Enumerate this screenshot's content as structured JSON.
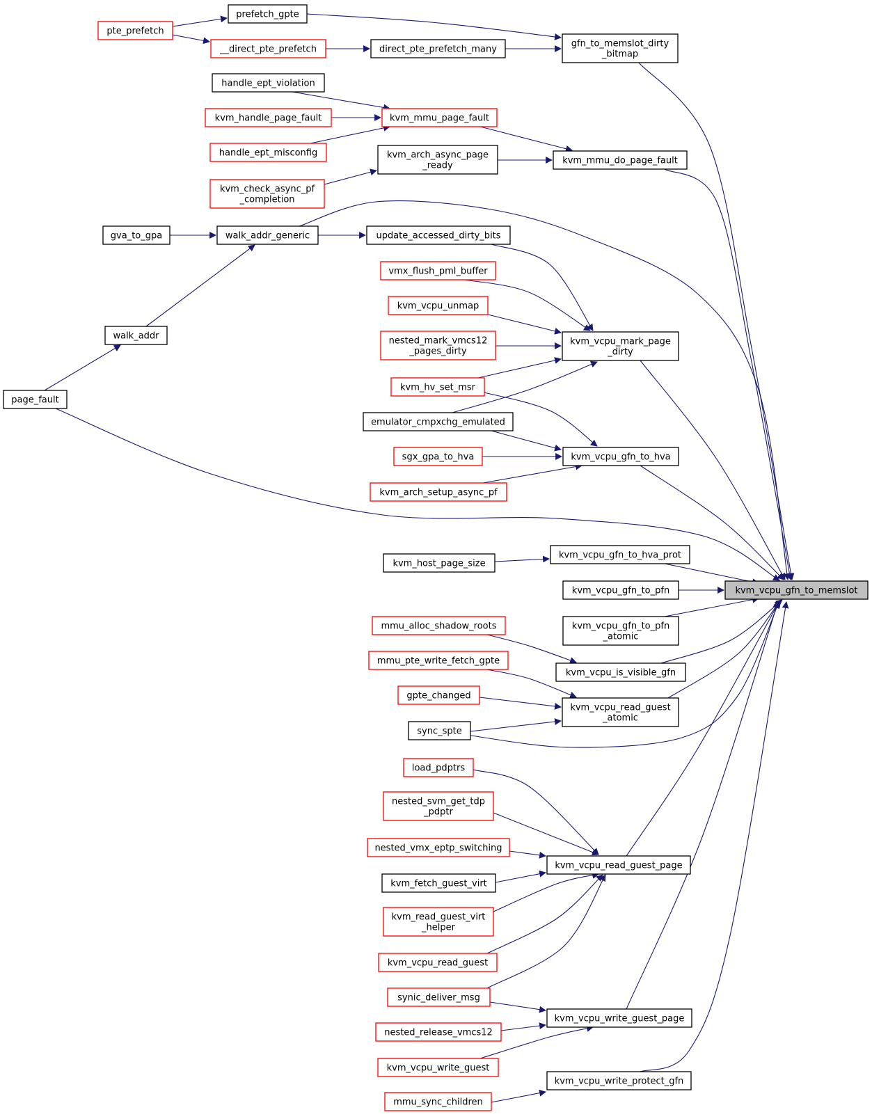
{
  "graph": {
    "edge_color": "#191970",
    "node_border_default": "#000000",
    "node_border_truncated": "#ff0000",
    "target_fill": "#bfbfbf",
    "nodes": [
      {
        "id": "kvm_vcpu_gfn_to_memslot",
        "lines": [
          "kvm_vcpu_gfn_to_memslot"
        ],
        "style": "target"
      },
      {
        "id": "gfn_to_memslot_dirty_bitmap",
        "lines": [
          "gfn_to_memslot_dirty",
          "_bitmap"
        ],
        "style": "black"
      },
      {
        "id": "prefetch_gpte",
        "lines": [
          "prefetch_gpte"
        ],
        "style": "black"
      },
      {
        "id": "pte_prefetch",
        "lines": [
          "pte_prefetch"
        ],
        "style": "red"
      },
      {
        "id": "__direct_pte_prefetch",
        "lines": [
          "__direct_pte_prefetch"
        ],
        "style": "red"
      },
      {
        "id": "direct_pte_prefetch_many",
        "lines": [
          "direct_pte_prefetch_many"
        ],
        "style": "black"
      },
      {
        "id": "handle_ept_violation",
        "lines": [
          "handle_ept_violation"
        ],
        "style": "black"
      },
      {
        "id": "kvm_handle_page_fault",
        "lines": [
          "kvm_handle_page_fault"
        ],
        "style": "red"
      },
      {
        "id": "kvm_mmu_page_fault",
        "lines": [
          "kvm_mmu_page_fault"
        ],
        "style": "red"
      },
      {
        "id": "handle_ept_misconfig",
        "lines": [
          "handle_ept_misconfig"
        ],
        "style": "red"
      },
      {
        "id": "kvm_arch_async_page_ready",
        "lines": [
          "kvm_arch_async_page",
          "_ready"
        ],
        "style": "black"
      },
      {
        "id": "kvm_mmu_do_page_fault",
        "lines": [
          "kvm_mmu_do_page_fault"
        ],
        "style": "black"
      },
      {
        "id": "kvm_check_async_pf_completion",
        "lines": [
          "kvm_check_async_pf",
          "_completion"
        ],
        "style": "red"
      },
      {
        "id": "gva_to_gpa",
        "lines": [
          "gva_to_gpa"
        ],
        "style": "black"
      },
      {
        "id": "walk_addr_generic",
        "lines": [
          "walk_addr_generic"
        ],
        "style": "black"
      },
      {
        "id": "update_accessed_dirty_bits",
        "lines": [
          "update_accessed_dirty_bits"
        ],
        "style": "black"
      },
      {
        "id": "vmx_flush_pml_buffer",
        "lines": [
          "vmx_flush_pml_buffer"
        ],
        "style": "red"
      },
      {
        "id": "kvm_vcpu_unmap",
        "lines": [
          "kvm_vcpu_unmap"
        ],
        "style": "red"
      },
      {
        "id": "walk_addr",
        "lines": [
          "walk_addr"
        ],
        "style": "black"
      },
      {
        "id": "nested_mark_vmcs12_pages_dirty",
        "lines": [
          "nested_mark_vmcs12",
          "_pages_dirty"
        ],
        "style": "red"
      },
      {
        "id": "kvm_vcpu_mark_page_dirty",
        "lines": [
          "kvm_vcpu_mark_page",
          "_dirty"
        ],
        "style": "black"
      },
      {
        "id": "kvm_hv_set_msr",
        "lines": [
          "kvm_hv_set_msr"
        ],
        "style": "red"
      },
      {
        "id": "page_fault",
        "lines": [
          "page_fault"
        ],
        "style": "black"
      },
      {
        "id": "emulator_cmpxchg_emulated",
        "lines": [
          "emulator_cmpxchg_emulated"
        ],
        "style": "black"
      },
      {
        "id": "sgx_gpa_to_hva",
        "lines": [
          "sgx_gpa_to_hva"
        ],
        "style": "red"
      },
      {
        "id": "kvm_vcpu_gfn_to_hva",
        "lines": [
          "kvm_vcpu_gfn_to_hva"
        ],
        "style": "black"
      },
      {
        "id": "kvm_arch_setup_async_pf",
        "lines": [
          "kvm_arch_setup_async_pf"
        ],
        "style": "red"
      },
      {
        "id": "kvm_host_page_size",
        "lines": [
          "kvm_host_page_size"
        ],
        "style": "black"
      },
      {
        "id": "kvm_vcpu_gfn_to_hva_prot",
        "lines": [
          "kvm_vcpu_gfn_to_hva_prot"
        ],
        "style": "black"
      },
      {
        "id": "kvm_vcpu_gfn_to_pfn",
        "lines": [
          "kvm_vcpu_gfn_to_pfn"
        ],
        "style": "black"
      },
      {
        "id": "kvm_vcpu_gfn_to_pfn_atomic",
        "lines": [
          "kvm_vcpu_gfn_to_pfn",
          "_atomic"
        ],
        "style": "black"
      },
      {
        "id": "mmu_alloc_shadow_roots",
        "lines": [
          "mmu_alloc_shadow_roots"
        ],
        "style": "red"
      },
      {
        "id": "mmu_pte_write_fetch_gpte",
        "lines": [
          "mmu_pte_write_fetch_gpte"
        ],
        "style": "red"
      },
      {
        "id": "kvm_vcpu_is_visible_gfn",
        "lines": [
          "kvm_vcpu_is_visible_gfn"
        ],
        "style": "black"
      },
      {
        "id": "gpte_changed",
        "lines": [
          "gpte_changed"
        ],
        "style": "red"
      },
      {
        "id": "kvm_vcpu_read_guest_atomic",
        "lines": [
          "kvm_vcpu_read_guest",
          "_atomic"
        ],
        "style": "black"
      },
      {
        "id": "sync_spte",
        "lines": [
          "sync_spte"
        ],
        "style": "black"
      },
      {
        "id": "load_pdptrs",
        "lines": [
          "load_pdptrs"
        ],
        "style": "red"
      },
      {
        "id": "nested_svm_get_tdp_pdptr",
        "lines": [
          "nested_svm_get_tdp",
          "_pdptr"
        ],
        "style": "red"
      },
      {
        "id": "nested_vmx_eptp_switching",
        "lines": [
          "nested_vmx_eptp_switching"
        ],
        "style": "red"
      },
      {
        "id": "kvm_vcpu_read_guest_page",
        "lines": [
          "kvm_vcpu_read_guest_page"
        ],
        "style": "black"
      },
      {
        "id": "kvm_fetch_guest_virt",
        "lines": [
          "kvm_fetch_guest_virt"
        ],
        "style": "black"
      },
      {
        "id": "kvm_read_guest_virt_helper",
        "lines": [
          "kvm_read_guest_virt",
          "_helper"
        ],
        "style": "red"
      },
      {
        "id": "kvm_vcpu_read_guest",
        "lines": [
          "kvm_vcpu_read_guest"
        ],
        "style": "red"
      },
      {
        "id": "synic_deliver_msg",
        "lines": [
          "synic_deliver_msg"
        ],
        "style": "red"
      },
      {
        "id": "kvm_vcpu_write_guest_page",
        "lines": [
          "kvm_vcpu_write_guest_page"
        ],
        "style": "black"
      },
      {
        "id": "nested_release_vmcs12",
        "lines": [
          "nested_release_vmcs12"
        ],
        "style": "red"
      },
      {
        "id": "kvm_vcpu_write_guest",
        "lines": [
          "kvm_vcpu_write_guest"
        ],
        "style": "red"
      },
      {
        "id": "kvm_vcpu_write_protect_gfn",
        "lines": [
          "kvm_vcpu_write_protect_gfn"
        ],
        "style": "black"
      },
      {
        "id": "mmu_sync_children",
        "lines": [
          "mmu_sync_children"
        ],
        "style": "red"
      }
    ],
    "edges": [
      {
        "from": "prefetch_gpte",
        "to": "gfn_to_memslot_dirty_bitmap"
      },
      {
        "from": "pte_prefetch",
        "to": "prefetch_gpte"
      },
      {
        "from": "pte_prefetch",
        "to": "__direct_pte_prefetch"
      },
      {
        "from": "__direct_pte_prefetch",
        "to": "direct_pte_prefetch_many"
      },
      {
        "from": "direct_pte_prefetch_many",
        "to": "gfn_to_memslot_dirty_bitmap"
      },
      {
        "from": "gfn_to_memslot_dirty_bitmap",
        "to": "kvm_vcpu_gfn_to_memslot"
      },
      {
        "from": "handle_ept_violation",
        "to": "kvm_mmu_page_fault"
      },
      {
        "from": "kvm_handle_page_fault",
        "to": "kvm_mmu_page_fault"
      },
      {
        "from": "handle_ept_misconfig",
        "to": "kvm_mmu_page_fault"
      },
      {
        "from": "kvm_mmu_page_fault",
        "to": "kvm_mmu_do_page_fault"
      },
      {
        "from": "kvm_arch_async_page_ready",
        "to": "kvm_mmu_do_page_fault"
      },
      {
        "from": "kvm_check_async_pf_completion",
        "to": "kvm_arch_async_page_ready"
      },
      {
        "from": "kvm_mmu_do_page_fault",
        "to": "kvm_vcpu_gfn_to_memslot"
      },
      {
        "from": "gva_to_gpa",
        "to": "walk_addr_generic"
      },
      {
        "from": "walk_addr",
        "to": "walk_addr_generic"
      },
      {
        "from": "page_fault",
        "to": "walk_addr"
      },
      {
        "from": "walk_addr_generic",
        "to": "update_accessed_dirty_bits"
      },
      {
        "from": "walk_addr_generic",
        "to": "kvm_vcpu_gfn_to_memslot"
      },
      {
        "from": "update_accessed_dirty_bits",
        "to": "kvm_vcpu_mark_page_dirty"
      },
      {
        "from": "vmx_flush_pml_buffer",
        "to": "kvm_vcpu_mark_page_dirty"
      },
      {
        "from": "kvm_vcpu_unmap",
        "to": "kvm_vcpu_mark_page_dirty"
      },
      {
        "from": "nested_mark_vmcs12_pages_dirty",
        "to": "kvm_vcpu_mark_page_dirty"
      },
      {
        "from": "kvm_hv_set_msr",
        "to": "kvm_vcpu_mark_page_dirty"
      },
      {
        "from": "emulator_cmpxchg_emulated",
        "to": "kvm_vcpu_mark_page_dirty"
      },
      {
        "from": "kvm_vcpu_mark_page_dirty",
        "to": "kvm_vcpu_gfn_to_memslot"
      },
      {
        "from": "kvm_hv_set_msr",
        "to": "kvm_vcpu_gfn_to_hva"
      },
      {
        "from": "emulator_cmpxchg_emulated",
        "to": "kvm_vcpu_gfn_to_hva"
      },
      {
        "from": "sgx_gpa_to_hva",
        "to": "kvm_vcpu_gfn_to_hva"
      },
      {
        "from": "kvm_arch_setup_async_pf",
        "to": "kvm_vcpu_gfn_to_hva"
      },
      {
        "from": "kvm_vcpu_gfn_to_hva",
        "to": "kvm_vcpu_gfn_to_memslot"
      },
      {
        "from": "page_fault",
        "to": "kvm_vcpu_gfn_to_memslot"
      },
      {
        "from": "kvm_host_page_size",
        "to": "kvm_vcpu_gfn_to_hva_prot"
      },
      {
        "from": "kvm_vcpu_gfn_to_hva_prot",
        "to": "kvm_vcpu_gfn_to_memslot"
      },
      {
        "from": "kvm_vcpu_gfn_to_pfn",
        "to": "kvm_vcpu_gfn_to_memslot"
      },
      {
        "from": "kvm_vcpu_gfn_to_pfn_atomic",
        "to": "kvm_vcpu_gfn_to_memslot"
      },
      {
        "from": "mmu_alloc_shadow_roots",
        "to": "kvm_vcpu_is_visible_gfn"
      },
      {
        "from": "kvm_vcpu_is_visible_gfn",
        "to": "kvm_vcpu_gfn_to_memslot"
      },
      {
        "from": "mmu_pte_write_fetch_gpte",
        "to": "kvm_vcpu_read_guest_atomic"
      },
      {
        "from": "gpte_changed",
        "to": "kvm_vcpu_read_guest_atomic"
      },
      {
        "from": "sync_spte",
        "to": "kvm_vcpu_read_guest_atomic"
      },
      {
        "from": "kvm_vcpu_read_guest_atomic",
        "to": "kvm_vcpu_gfn_to_memslot"
      },
      {
        "from": "sync_spte",
        "to": "kvm_vcpu_gfn_to_memslot"
      },
      {
        "from": "load_pdptrs",
        "to": "kvm_vcpu_read_guest_page"
      },
      {
        "from": "nested_svm_get_tdp_pdptr",
        "to": "kvm_vcpu_read_guest_page"
      },
      {
        "from": "nested_vmx_eptp_switching",
        "to": "kvm_vcpu_read_guest_page"
      },
      {
        "from": "kvm_fetch_guest_virt",
        "to": "kvm_vcpu_read_guest_page"
      },
      {
        "from": "kvm_read_guest_virt_helper",
        "to": "kvm_vcpu_read_guest_page"
      },
      {
        "from": "kvm_vcpu_read_guest",
        "to": "kvm_vcpu_read_guest_page"
      },
      {
        "from": "synic_deliver_msg",
        "to": "kvm_vcpu_read_guest_page"
      },
      {
        "from": "kvm_vcpu_read_guest_page",
        "to": "kvm_vcpu_gfn_to_memslot"
      },
      {
        "from": "synic_deliver_msg",
        "to": "kvm_vcpu_write_guest_page"
      },
      {
        "from": "nested_release_vmcs12",
        "to": "kvm_vcpu_write_guest_page"
      },
      {
        "from": "kvm_vcpu_write_guest",
        "to": "kvm_vcpu_write_guest_page"
      },
      {
        "from": "kvm_vcpu_write_guest_page",
        "to": "kvm_vcpu_gfn_to_memslot"
      },
      {
        "from": "mmu_sync_children",
        "to": "kvm_vcpu_write_protect_gfn"
      },
      {
        "from": "kvm_vcpu_write_protect_gfn",
        "to": "kvm_vcpu_gfn_to_memslot"
      }
    ]
  }
}
